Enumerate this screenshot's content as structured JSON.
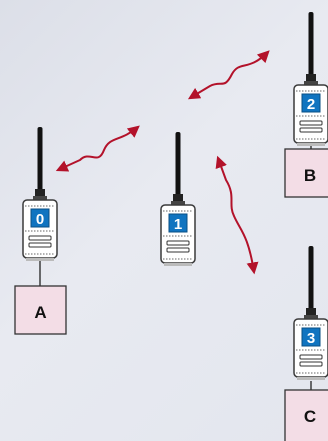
{
  "colors": {
    "background": "#e4e7ef",
    "arrow": "#b3122a",
    "badge": "#1074c0",
    "host_fill": "#f3dde6",
    "device_body": "#ffffff",
    "antenna": "#111111"
  },
  "nodes": [
    {
      "id": "0",
      "host": "A"
    },
    {
      "id": "1",
      "host": ""
    },
    {
      "id": "2",
      "host": "B"
    },
    {
      "id": "3",
      "host": "C"
    }
  ],
  "links": [
    {
      "from": "0",
      "to": "1",
      "type": "wireless-bidirectional"
    },
    {
      "from": "1",
      "to": "2",
      "type": "wireless-bidirectional"
    },
    {
      "from": "1",
      "to": "3",
      "type": "wireless-bidirectional"
    }
  ],
  "icons": {
    "device": "wireless-radio-modem-icon",
    "link": "lightning-zigzag-arrow-icon"
  }
}
